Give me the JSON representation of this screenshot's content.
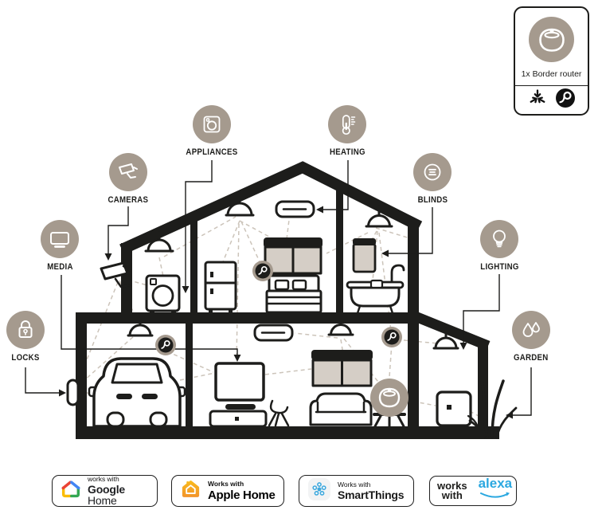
{
  "palette": {
    "taupe": "#a59a8e",
    "taupe_light": "#d5cec6",
    "ink": "#1d1d1b",
    "dash": "#ccc4ba",
    "google_red": "#ea4335",
    "google_blue": "#4285f4",
    "google_yellow": "#fbbc04",
    "google_green": "#34a853",
    "apple_orange": "#f6a723",
    "smartthings_blue": "#3ea8dd",
    "alexa_blue": "#2ba8e0"
  },
  "router_box": {
    "label": "1x Border router",
    "device_icon": "smart-speaker-icon",
    "protocols": [
      "matter-icon",
      "thread-icon"
    ]
  },
  "categories": [
    {
      "id": "cameras",
      "label": "CAMERAS",
      "icon": "cctv-camera-icon"
    },
    {
      "id": "appliances",
      "label": "APPLIANCES",
      "icon": "washing-machine-icon"
    },
    {
      "id": "heating",
      "label": "HEATING",
      "icon": "thermometer-icon"
    },
    {
      "id": "blinds",
      "label": "BLINDS",
      "icon": "blinds-icon"
    },
    {
      "id": "media",
      "label": "MEDIA",
      "icon": "tv-icon"
    },
    {
      "id": "lighting",
      "label": "LIGHTING",
      "icon": "light-bulb-icon"
    },
    {
      "id": "locks",
      "label": "LOCKS",
      "icon": "padlock-icon"
    },
    {
      "id": "garden",
      "label": "GARDEN",
      "icon": "water-drops-icon"
    }
  ],
  "badges": [
    {
      "id": "google-home",
      "eyebrow": "works with",
      "brand_bold": "Google",
      "brand_rest": "Home",
      "icon": "google-home-icon"
    },
    {
      "id": "apple-home",
      "eyebrow": "Works with",
      "brand": "Apple Home",
      "icon": "apple-home-icon"
    },
    {
      "id": "smartthings",
      "eyebrow": "Works with",
      "brand": "SmartThings",
      "icon": "smartthings-icon"
    },
    {
      "id": "alexa",
      "eyebrow_line1": "works",
      "eyebrow_line2": "with",
      "brand": "alexa",
      "icon": "amazon-alexa-icon"
    }
  ]
}
